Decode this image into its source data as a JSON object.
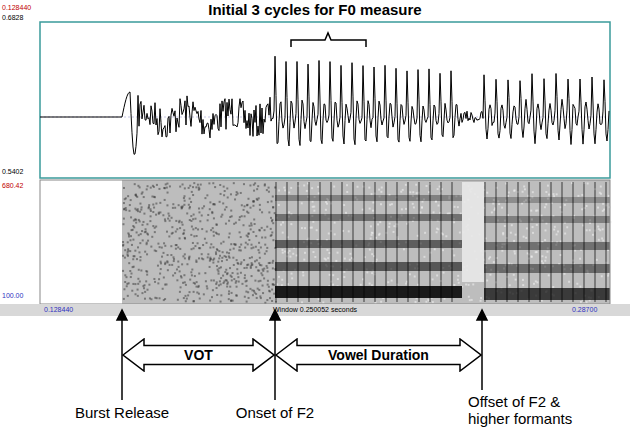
{
  "diagram": {
    "nodes": [
      {
        "text": [
          "VOT"
        ]
      },
      {
        "text": [
          "Vowel Duration"
        ]
      }
    ],
    "labels": [
      "Initial 3 cycles for F0 measure",
      "Burst Release",
      "Onset of F2",
      "Offset of F2 & higher formants",
      "0.128440",
      "0.6828",
      "0.5402",
      "680.42",
      "100.00",
      "0.128440",
      "Window 0.250052 seconds",
      "0.28700"
    ]
  }
}
